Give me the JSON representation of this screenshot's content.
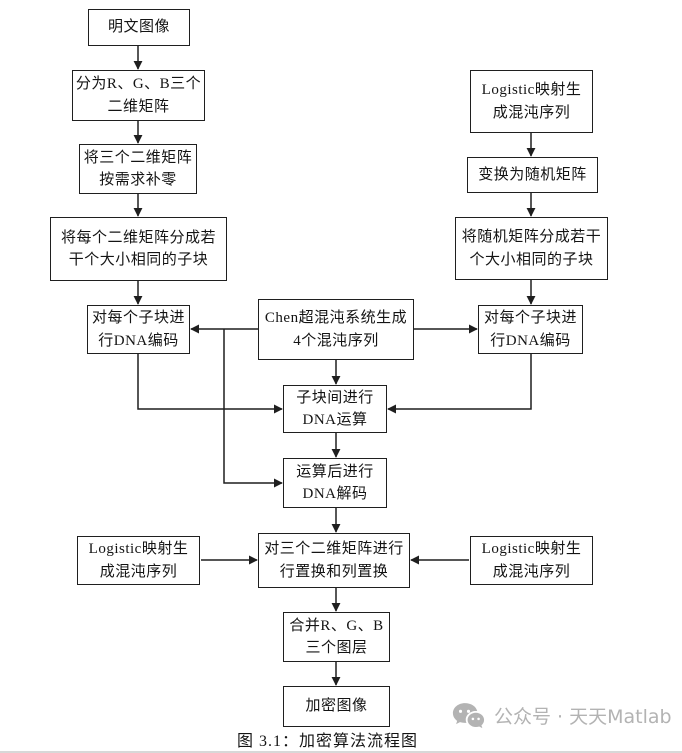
{
  "figure": {
    "caption": "图 3.1：加密算法流程图"
  },
  "watermark": {
    "icon": "wechat-icon",
    "text": "公众号 · 天天Matlab",
    "color": "#b3b3b3"
  },
  "flowchart": {
    "colors": {
      "line": "#1f1f1f",
      "box_border": "#1f1f1f",
      "box_background": "#ffffff",
      "text": "#141414"
    },
    "nodes": {
      "plaintext": {
        "lines": [
          "明文图像"
        ]
      },
      "split_rgb": {
        "lines": [
          "分为R、G、B三个",
          "二维矩阵"
        ]
      },
      "zero_pad": {
        "lines": [
          "将三个二维矩阵",
          "按需求补零"
        ]
      },
      "divide_left": {
        "lines": [
          "将每个二维矩阵分成若",
          "干个大小相同的子块"
        ]
      },
      "dna_encode_left": {
        "lines": [
          "对每个子块进",
          "行DNA编码"
        ]
      },
      "chen": {
        "lines": [
          "Chen超混沌系统生成",
          "4个混沌序列"
        ]
      },
      "logistic_top": {
        "lines": [
          "Logistic映射生",
          "成混沌序列"
        ]
      },
      "random_matrix": {
        "lines": [
          "变换为随机矩阵"
        ]
      },
      "divide_right": {
        "lines": [
          "将随机矩阵分成若干",
          "个大小相同的子块"
        ]
      },
      "dna_encode_right": {
        "lines": [
          "对每个子块进",
          "行DNA编码"
        ]
      },
      "dna_operation": {
        "lines": [
          "子块间进行",
          "DNA运算"
        ]
      },
      "dna_decode": {
        "lines": [
          "运算后进行",
          "DNA解码"
        ]
      },
      "permutation": {
        "lines": [
          "对三个二维矩阵进行",
          "行置换和列置换"
        ]
      },
      "logistic_left": {
        "lines": [
          "Logistic映射生",
          "成混沌序列"
        ]
      },
      "logistic_right": {
        "lines": [
          "Logistic映射生",
          "成混沌序列"
        ]
      },
      "merge_rgb": {
        "lines": [
          "合并R、G、B",
          "三个图层"
        ]
      },
      "encrypted": {
        "lines": [
          "加密图像"
        ]
      }
    }
  }
}
